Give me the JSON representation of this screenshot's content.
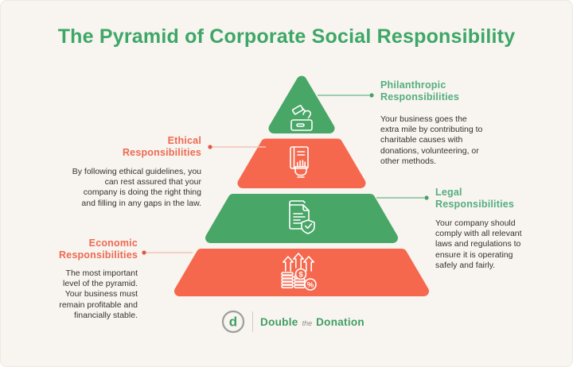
{
  "colors": {
    "background": "#f8f4ef",
    "green": "#48a667",
    "red": "#f5684d",
    "title_green": "#3da767",
    "green_heading_text": "#53ae80",
    "red_heading_text": "#ed6a52",
    "body_text": "#35332f",
    "icon_stroke": "#ffffff",
    "connector_green": "#7cc29b",
    "connector_pink": "#f0c5b7",
    "dot_green": "#44a269",
    "dot_red": "#e05a41",
    "logo_green": "#3f9e63",
    "logo_ring_gray": "#9aa09b"
  },
  "header": {
    "title": "The Pyramid of Corporate Social Responsibility"
  },
  "pyramid": {
    "levels": [
      {
        "id": "philanthropic",
        "rank": 1,
        "title": "Philanthropic Responsibilities",
        "description": "Your business goes the extra mile by contributing to charitable causes with donations, volunteering, or other methods.",
        "icon": "donation-hand-icon",
        "color_key": "green",
        "label_side": "right"
      },
      {
        "id": "ethical",
        "rank": 2,
        "title": "Ethical Responsibilities",
        "description": "By following ethical guidelines, you can rest assured that your company is doing the right thing and filling in any gaps in the law.",
        "icon": "oath-hand-book-icon",
        "color_key": "red",
        "label_side": "left"
      },
      {
        "id": "legal",
        "rank": 3,
        "title": "Legal Responsibilities",
        "description": "Your company should comply with all relevant laws and regulations to ensure it is operating safely and fairly.",
        "icon": "document-shield-check-icon",
        "color_key": "green",
        "label_side": "right"
      },
      {
        "id": "economic",
        "rank": 4,
        "title": "Economic Responsibilities",
        "description": "The most important level of the pyramid. Your business must remain profitable and financially stable.",
        "icon": "coins-growth-icon",
        "color_key": "red",
        "label_side": "left"
      }
    ]
  },
  "footer": {
    "brand": {
      "word1": "Double",
      "word2": "the",
      "word3": "Donation"
    },
    "logo_letter": "d"
  }
}
